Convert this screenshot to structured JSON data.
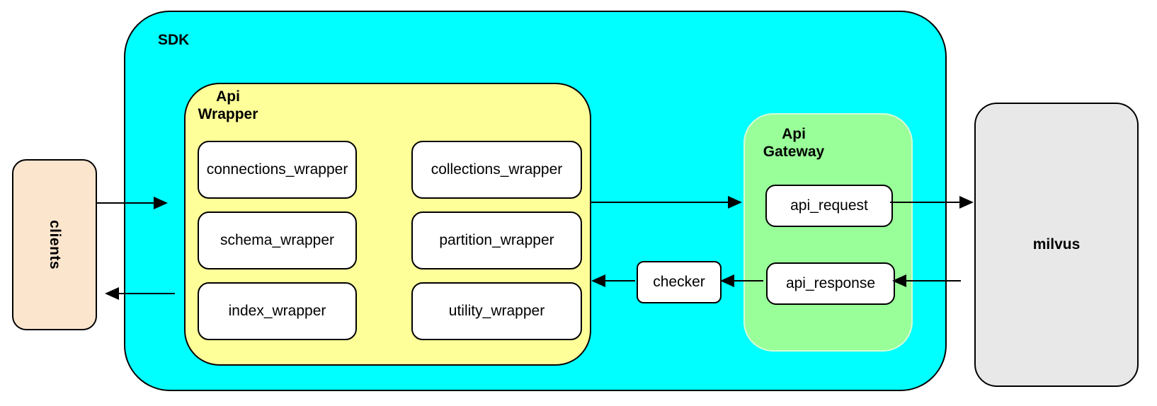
{
  "diagram": {
    "clients": {
      "label": "clients",
      "fill": "#FCE5CD"
    },
    "sdk": {
      "label": "SDK",
      "fill": "#00FFFF"
    },
    "api_wrapper": {
      "label": "Api Wrapper",
      "fill": "#FFFF99",
      "modules": [
        {
          "label": "connections_wrapper"
        },
        {
          "label": "collections_wrapper"
        },
        {
          "label": "schema_wrapper"
        },
        {
          "label": "partition_wrapper"
        },
        {
          "label": "index_wrapper"
        },
        {
          "label": "utility_wrapper"
        }
      ]
    },
    "checker": {
      "label": "checker"
    },
    "api_gateway": {
      "label": "Api Gateway",
      "fill": "#99FF99",
      "request": {
        "label": "api_request"
      },
      "response": {
        "label": "api_response"
      }
    },
    "milvus": {
      "label": "milvus",
      "fill": "#E8E8E8"
    },
    "colors": {
      "node_fill": "#FFFFFF",
      "stroke": "#000000",
      "arrow": "#000000"
    }
  }
}
